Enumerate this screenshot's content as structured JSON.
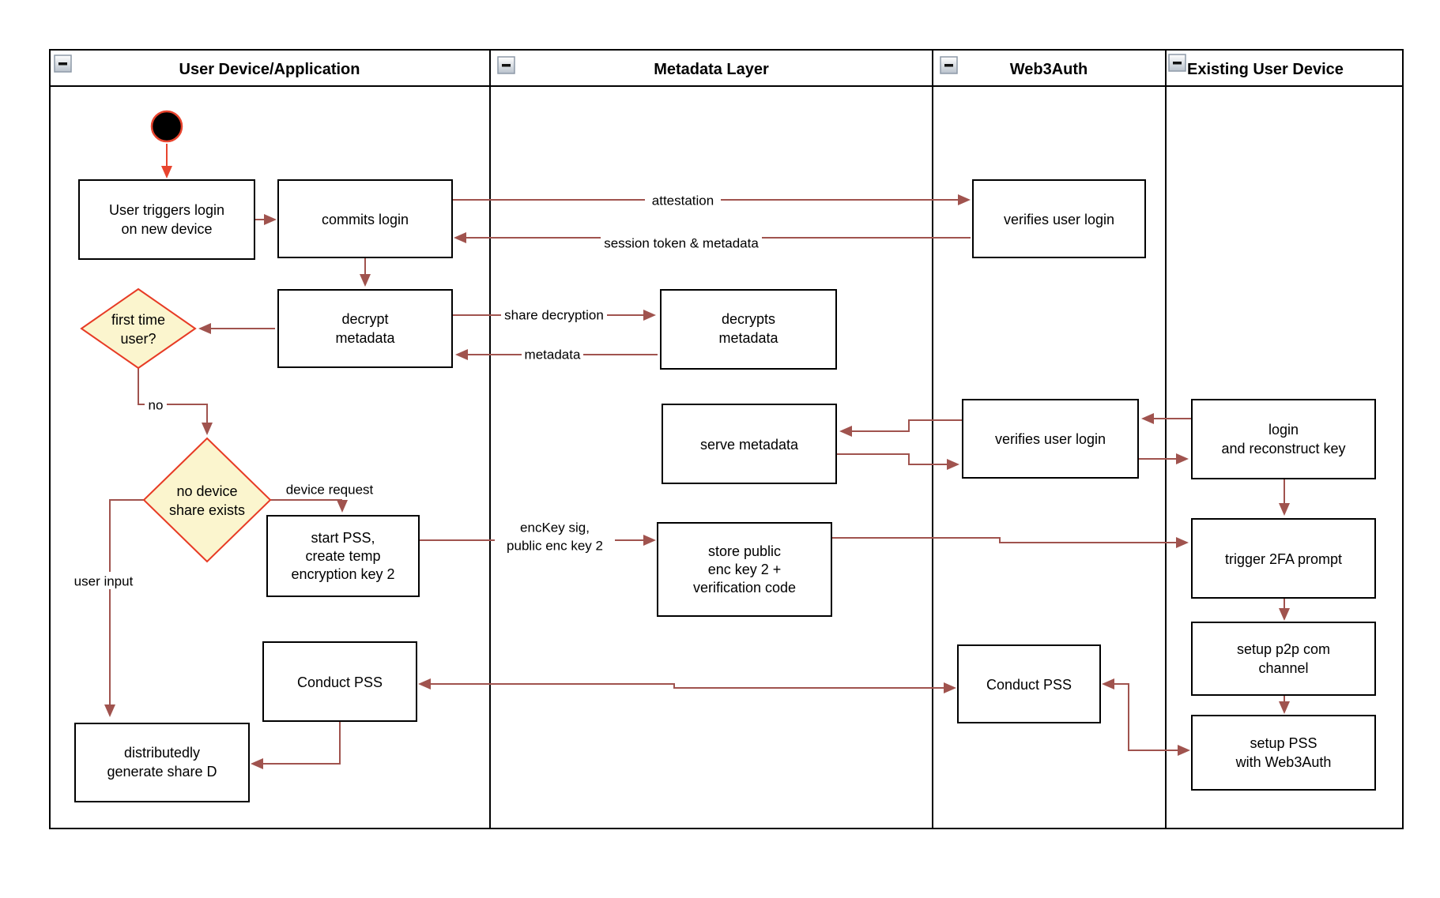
{
  "diagram": {
    "type": "swimlane-flowchart",
    "lanes": [
      {
        "title": "User Device/Application"
      },
      {
        "title": "Metadata Layer"
      },
      {
        "title": "Web3Auth"
      },
      {
        "title": "Existing User Device"
      }
    ],
    "nodes": {
      "start": {
        "type": "start-state"
      },
      "user_triggers_login": {
        "lines": [
          "User triggers login",
          "on new device"
        ]
      },
      "commits_login": {
        "lines": [
          "commits login"
        ]
      },
      "decrypt_metadata": {
        "lines": [
          "decrypt",
          "metadata"
        ]
      },
      "first_time_user": {
        "type": "decision",
        "lines": [
          "first time",
          "user?"
        ]
      },
      "no_device_share_exists": {
        "type": "decision",
        "lines": [
          "no device",
          "share exists"
        ]
      },
      "start_pss": {
        "lines": [
          "start PSS,",
          "create temp",
          "encryption key 2"
        ]
      },
      "conduct_pss_user": {
        "lines": [
          "Conduct PSS"
        ]
      },
      "generate_share_d": {
        "lines": [
          "distributedly",
          "generate share D"
        ]
      },
      "decrypts_metadata": {
        "lines": [
          "decrypts",
          "metadata"
        ]
      },
      "serve_metadata": {
        "lines": [
          "serve metadata"
        ]
      },
      "store_public_enc_key": {
        "lines": [
          "store public",
          "enc key 2 +",
          "verification code"
        ]
      },
      "verifies_user_login_top": {
        "lines": [
          "verifies user login"
        ]
      },
      "verifies_user_login_mid": {
        "lines": [
          "verifies user login"
        ]
      },
      "conduct_pss_web3auth": {
        "lines": [
          "Conduct PSS"
        ]
      },
      "login_reconstruct_key": {
        "lines": [
          "login",
          "and reconstruct key"
        ]
      },
      "trigger_2fa_prompt": {
        "lines": [
          "trigger 2FA prompt"
        ]
      },
      "setup_p2p_channel": {
        "lines": [
          "setup p2p com",
          "channel"
        ]
      },
      "setup_pss_web3auth": {
        "lines": [
          "setup PSS",
          "with Web3Auth"
        ]
      }
    },
    "edge_labels": {
      "attestation": "attestation",
      "session_token_metadata": "session token & metadata",
      "share_decryption": "share decryption",
      "metadata": "metadata",
      "no": "no",
      "device_request": "device request",
      "user_input": "user input",
      "enckey_sig_lines": [
        "encKey sig,",
        "public enc key 2"
      ]
    },
    "colors": {
      "connector": "#A0534E",
      "start_accent": "#E8442E",
      "start_fill": "#000000",
      "decision_border": "#E73B25",
      "decision_fill": "#FBF5CE",
      "node_fill": "#FFFFFF",
      "node_border": "#000000",
      "lane_border": "#000000",
      "label_bg": "#FFFFFF"
    }
  }
}
